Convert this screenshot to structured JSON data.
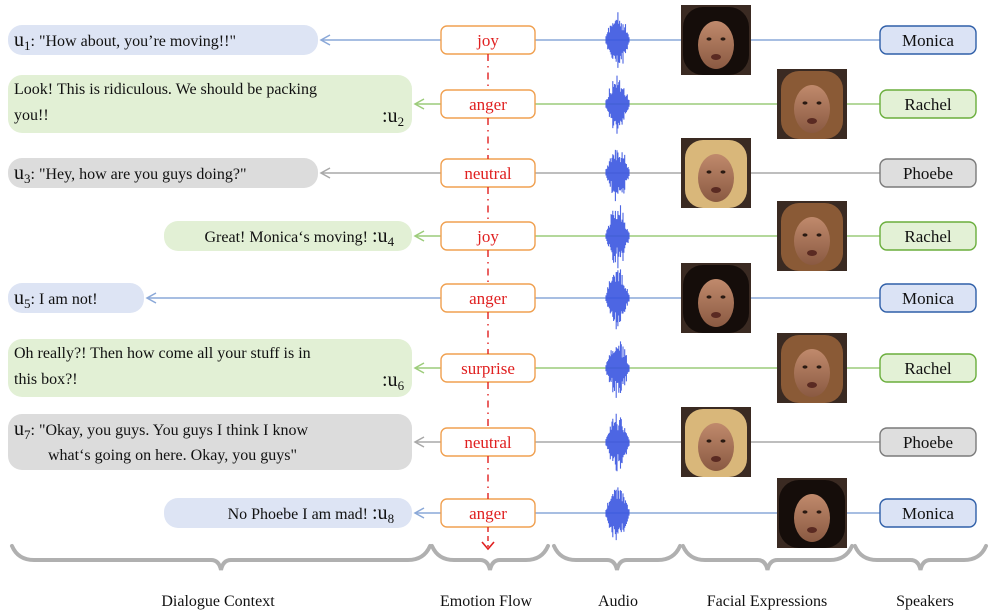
{
  "utterances": [
    {
      "id_main": "u",
      "id_sub": "1",
      "side": "left",
      "lines": [
        "\"How about, you’re moving!!\""
      ],
      "speaker": "Monica",
      "emotion": "joy"
    },
    {
      "id_main": "u",
      "id_sub": "2",
      "side": "right",
      "lines": [
        "Look! This is ridiculous. We should be packing",
        "you!!"
      ],
      "speaker": "Rachel",
      "emotion": "anger"
    },
    {
      "id_main": "u",
      "id_sub": "3",
      "side": "left",
      "lines": [
        "\"Hey, how are you guys doing?\""
      ],
      "speaker": "Phoebe",
      "emotion": "neutral"
    },
    {
      "id_main": "u",
      "id_sub": "4",
      "side": "right",
      "lines": [
        "Great! Monica‘s moving!"
      ],
      "speaker": "Rachel",
      "emotion": "joy"
    },
    {
      "id_main": "u",
      "id_sub": "5",
      "side": "left",
      "lines": [
        "I am not!"
      ],
      "speaker": "Monica",
      "emotion": "anger"
    },
    {
      "id_main": "u",
      "id_sub": "6",
      "side": "right",
      "lines": [
        "Oh really?! Then how come all your stuff is in",
        "this box?!"
      ],
      "speaker": "Rachel",
      "emotion": "surprise"
    },
    {
      "id_main": "u",
      "id_sub": "7",
      "side": "left",
      "lines": [
        "\"Okay, you guys. You guys I think I know",
        "what‘s going on here. Okay, you guys\""
      ],
      "speaker": "Phoebe",
      "emotion": "neutral"
    },
    {
      "id_main": "u",
      "id_sub": "8",
      "side": "right",
      "lines": [
        "No Phoebe I am mad!"
      ],
      "speaker": "Monica",
      "emotion": "anger"
    }
  ],
  "column_labels": {
    "dialogue": "Dialogue Context",
    "emotion": "Emotion Flow",
    "audio": "Audio",
    "facial": "Facial Expressions",
    "speakers": "Speakers"
  },
  "speaker_styles": {
    "Monica": {
      "fill": "#dbe3f5",
      "stroke": "#2f5fa8",
      "line": "#8aa8d8",
      "bubble": "#dde4f4"
    },
    "Rachel": {
      "fill": "#e3f1d6",
      "stroke": "#6aae3c",
      "line": "#9ccc7a",
      "bubble": "#e2f0d5"
    },
    "Phoebe": {
      "fill": "#dedede",
      "stroke": "#7a7a7a",
      "line": "#a8a8a8",
      "bubble": "#dcdcdc"
    }
  },
  "accent": {
    "emotion_text": "#e02020",
    "emotion_box": "#f0a050",
    "audio": "#3a55e0",
    "brace": "#b0b0b0"
  }
}
